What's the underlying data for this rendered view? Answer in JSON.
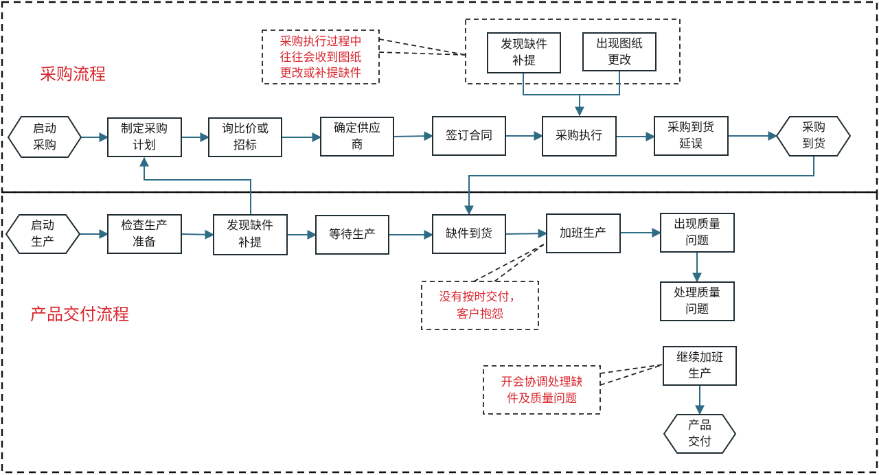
{
  "sections": {
    "procurement_title": "采购流程",
    "delivery_title": "产品交付流程"
  },
  "procurement": {
    "start": [
      "启动",
      "采购"
    ],
    "plan": [
      "制定采购",
      "计划"
    ],
    "inquiry": [
      "询比价或",
      "招标"
    ],
    "supplier": [
      "确定供应",
      "商"
    ],
    "contract": [
      "签订合同"
    ],
    "execute": [
      "采购执行"
    ],
    "delay": [
      "采购到货",
      "延误"
    ],
    "arrival": [
      "采购",
      "到货"
    ],
    "shortage_request": [
      "发现缺件",
      "补提"
    ],
    "drawing_change": [
      "出现图纸",
      "更改"
    ]
  },
  "delivery": {
    "start": [
      "启动",
      "生产"
    ],
    "check": [
      "检查生产",
      "准备"
    ],
    "shortage": [
      "发现缺件",
      "补提"
    ],
    "wait": [
      "等待生产"
    ],
    "parts_arrive": [
      "缺件到货"
    ],
    "overtime": [
      "加班生产"
    ],
    "quality_issue": [
      "出现质量",
      "问题"
    ],
    "handle_quality": [
      "处理质量",
      "问题"
    ],
    "continue_overtime": [
      "继续加班",
      "生产"
    ],
    "deliver": [
      "产品",
      "交付"
    ]
  },
  "callouts": {
    "procurement_note": [
      "采购执行过程中",
      "往往会收到图纸",
      "更改或补提缺件"
    ],
    "late_note": [
      "没有按时交付，",
      "客户抱怨"
    ],
    "meeting_note": [
      "开会协调处理缺",
      "件及质量问题"
    ]
  },
  "colors": {
    "accent_red": "#d9262e",
    "edge_blue": "#2e6b85",
    "node_border": "#1f2d33"
  }
}
